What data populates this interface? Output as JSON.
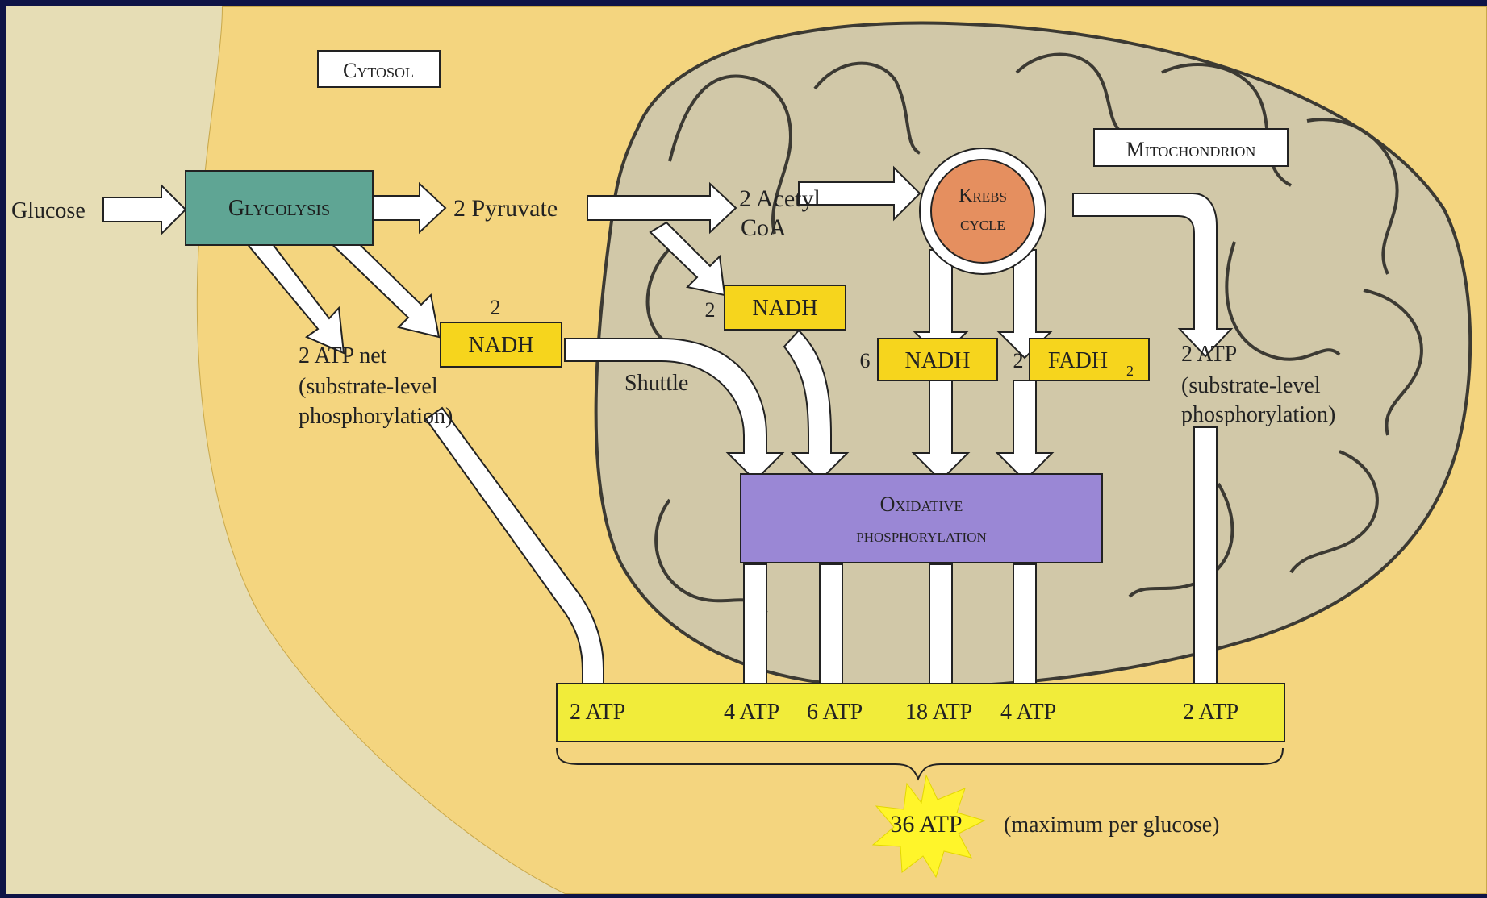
{
  "labels": {
    "cytosol": "Cytosol",
    "mitochondrion": "Mitochondrion",
    "glucose": "Glucose",
    "glycolysis": "Glycolysis",
    "pyruvate": "2 Pyruvate",
    "acetyl_line1": "2 Acetyl",
    "acetyl_line2": "CoA",
    "krebs_line1": "Krebs",
    "krebs_line2": "cycle",
    "nadh_glycolysis_count": "2",
    "nadh_glycolysis": "NADH",
    "nadh_acetyl_count": "2",
    "nadh_acetyl": "NADH",
    "nadh_krebs_count": "6",
    "nadh_krebs": "NADH",
    "fadh_count": "2",
    "fadh": "FADH",
    "fadh_sub": "2",
    "atp_net_line1": "2 ATP net",
    "atp_net_line2": "(substrate-level",
    "atp_net_line3": "phosphorylation)",
    "shuttle": "Shuttle",
    "krebs_atp_line1": "2 ATP",
    "krebs_atp_line2": "(substrate-level",
    "krebs_atp_line3": "phosphorylation)",
    "oxphos_line1": "Oxidative",
    "oxphos_line2": "phosphorylation",
    "total_atp": "36 ATP",
    "total_note": "(maximum per glucose)"
  },
  "atp_bar": [
    "2 ATP",
    "4 ATP",
    "6 ATP",
    "18 ATP",
    "4 ATP",
    "2 ATP"
  ],
  "colors": {
    "cytosol_fill": "#f4d57f",
    "mitochondrion_fill": "#d1c8a8",
    "glycolysis_fill": "#5fa594",
    "krebs_fill": "#e58f5f",
    "nadh_fill": "#f6d51d",
    "oxphos_fill": "#9a87d5",
    "atp_bar_fill": "#f1ec3a",
    "starburst_fill": "#fff52a",
    "arrow_fill": "#ffffff",
    "frame_color": "#0e1346"
  }
}
